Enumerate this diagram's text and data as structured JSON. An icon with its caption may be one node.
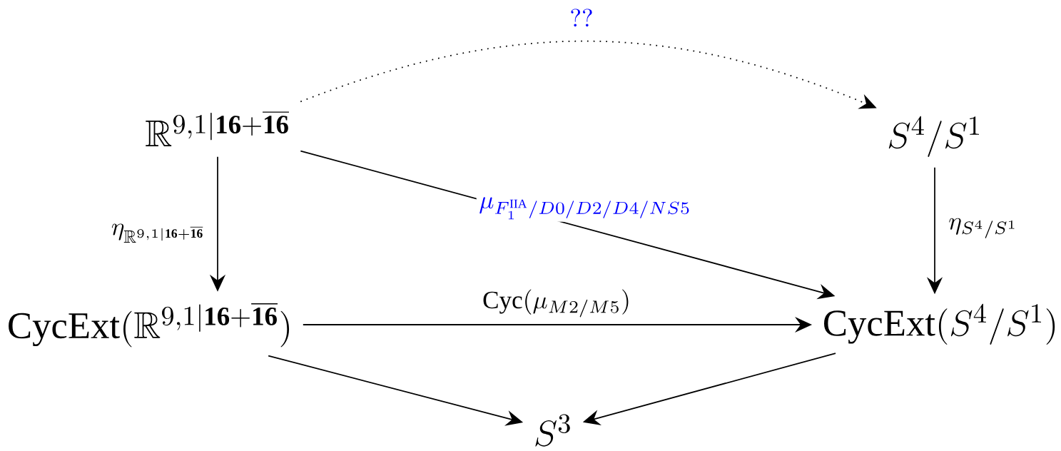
{
  "diagram": {
    "nodes": [
      {
        "text": [
          "\\mathbb{R}^{9,1|\\mathbf{16}+\\overline{\\mathbf{16}}}"
        ]
      },
      {
        "text": [
          "S^4/S^1"
        ]
      },
      {
        "text": [
          "\\mathrm{CycExt}(\\mathbb{R}^{9,1|\\mathbf{16}+\\overline{\\mathbf{16}}})"
        ]
      },
      {
        "text": [
          "\\mathrm{CycExt}(S^4/S^1)"
        ]
      },
      {
        "text": [
          "S^3"
        ]
      }
    ],
    "edges": [
      {
        "from": 0,
        "to": 1,
        "arrow": "to",
        "style": "dashed",
        "label": "??"
      },
      {
        "from": 0,
        "to": 2,
        "arrow": "to",
        "label": "\\eta_{\\mathbb{R}^{9,1|\\mathbf{16}+\\overline{\\mathbf{16}}}}"
      },
      {
        "from": 0,
        "to": 3,
        "arrow": "to",
        "label": "\\mu_{F_1^{\\mathrm{IIA}}/D0/D2/D4/NS5}"
      },
      {
        "from": 1,
        "to": 3,
        "arrow": "to",
        "label": "\\eta_{S^4/S^1}"
      },
      {
        "from": 2,
        "to": 3,
        "arrow": "to",
        "label": "\\mathrm{Cyc}(\\mu_{M2/M5})"
      },
      {
        "from": 2,
        "to": 4,
        "arrow": "to"
      },
      {
        "from": 3,
        "to": 4,
        "arrow": "to"
      }
    ]
  }
}
